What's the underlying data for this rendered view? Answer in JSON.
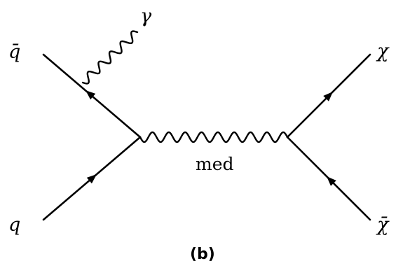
{
  "diagram": {
    "labels": {
      "qbar": "q̄",
      "q": "q",
      "gamma": "γ",
      "chi": "χ",
      "chibar": "χ̄",
      "mediator": "med"
    },
    "caption": "(b)"
  }
}
